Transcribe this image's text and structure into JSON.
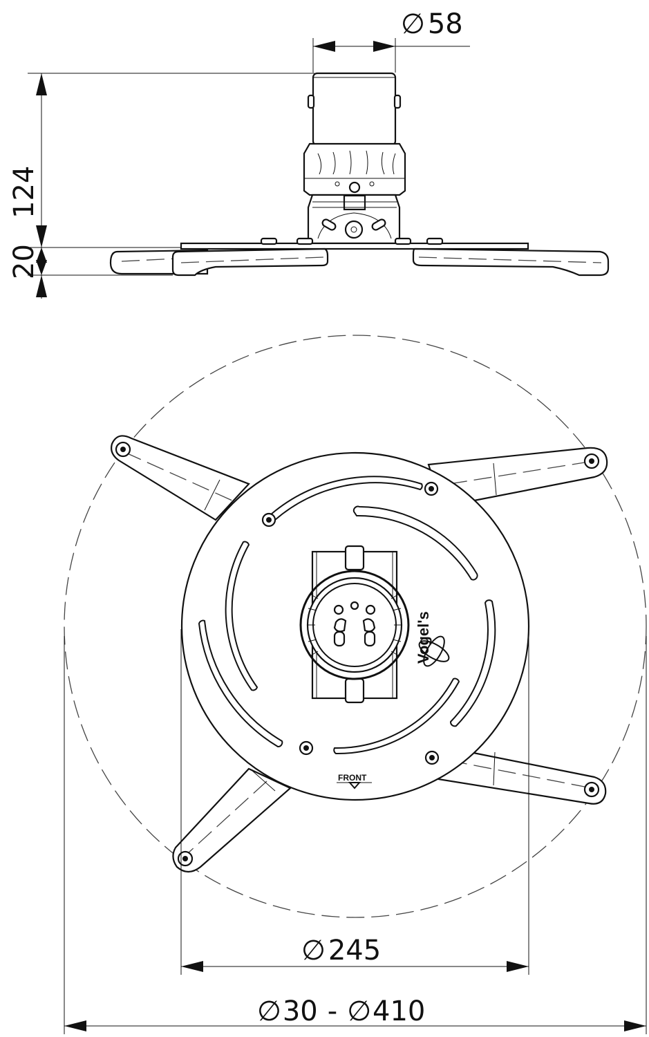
{
  "drawing": {
    "dimensions": {
      "top_diameter": "58",
      "height_main": "124",
      "height_base": "20",
      "plate_diameter": "245",
      "range_min": "30",
      "range_max": "410",
      "range_separator": "-"
    },
    "diameter_symbol": "∅",
    "front_label": "FRONT",
    "logo_text": "Vogel's"
  }
}
